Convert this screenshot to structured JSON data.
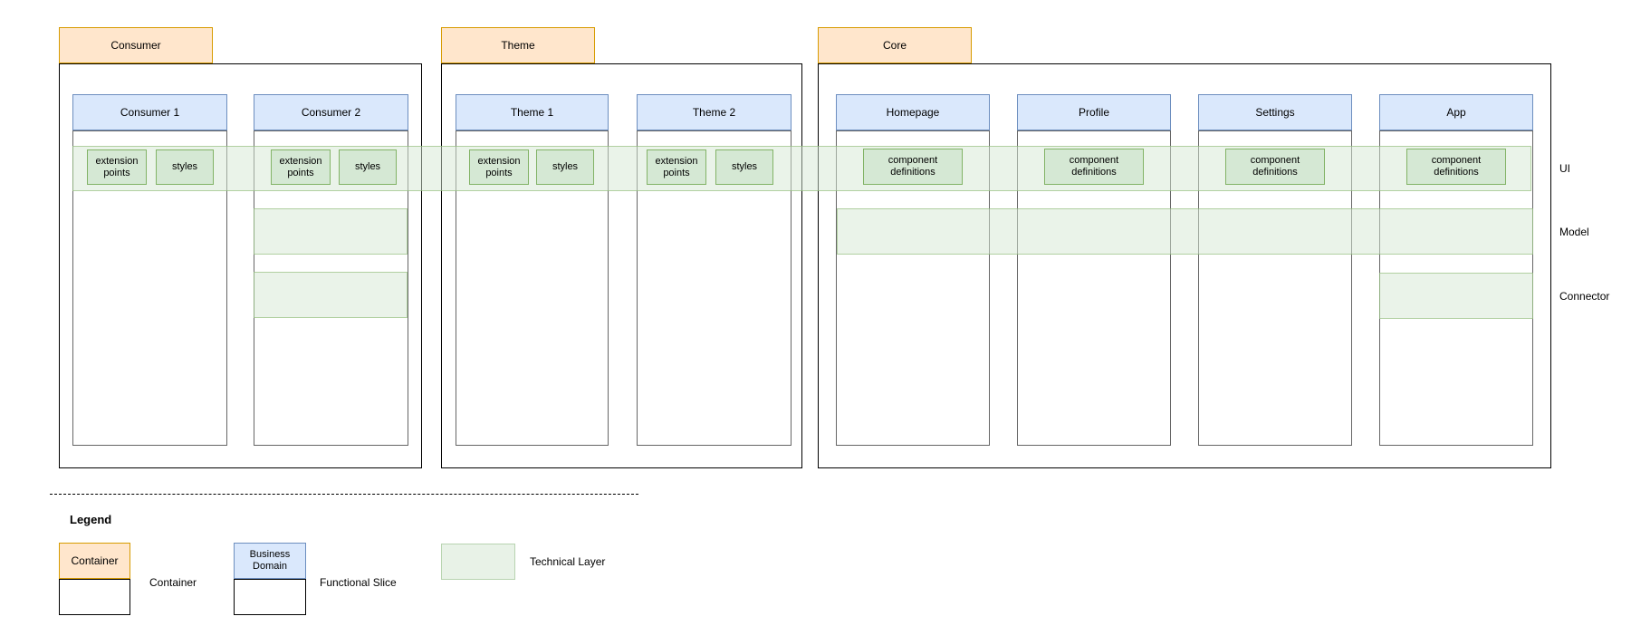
{
  "palette": {
    "container_fill": "#FFE6CC",
    "container_stroke": "#D79B00",
    "business_domain_fill": "#DAE8FC",
    "business_domain_stroke": "#6C8EBF",
    "technical_layer_fill": "#D5E8D4",
    "technical_layer_stroke": "#82B366",
    "band_fill": "rgba(213,232,212,0.5)",
    "slice_body_stroke": "#666666",
    "container_body_stroke": "#000000"
  },
  "containers": {
    "consumer": {
      "label": "Consumer"
    },
    "theme": {
      "label": "Theme"
    },
    "core": {
      "label": "Core"
    }
  },
  "slices": {
    "consumer1": "Consumer 1",
    "consumer2": "Consumer 2",
    "theme1": "Theme 1",
    "theme2": "Theme 2",
    "homepage": "Homepage",
    "profile": "Profile",
    "settings": "Settings",
    "app": "App"
  },
  "boxes": {
    "extension_points": "extension points",
    "styles": "styles",
    "component_definitions": "component definitions"
  },
  "layers": {
    "ui": "UI",
    "model": "Model",
    "connector": "Connector"
  },
  "legend": {
    "heading": "Legend",
    "container_box": "Container",
    "container_label": "Container",
    "business_domain_box": "Business Domain",
    "functional_slice_label": "Functional Slice",
    "technical_layer_label": "Technical Layer"
  }
}
